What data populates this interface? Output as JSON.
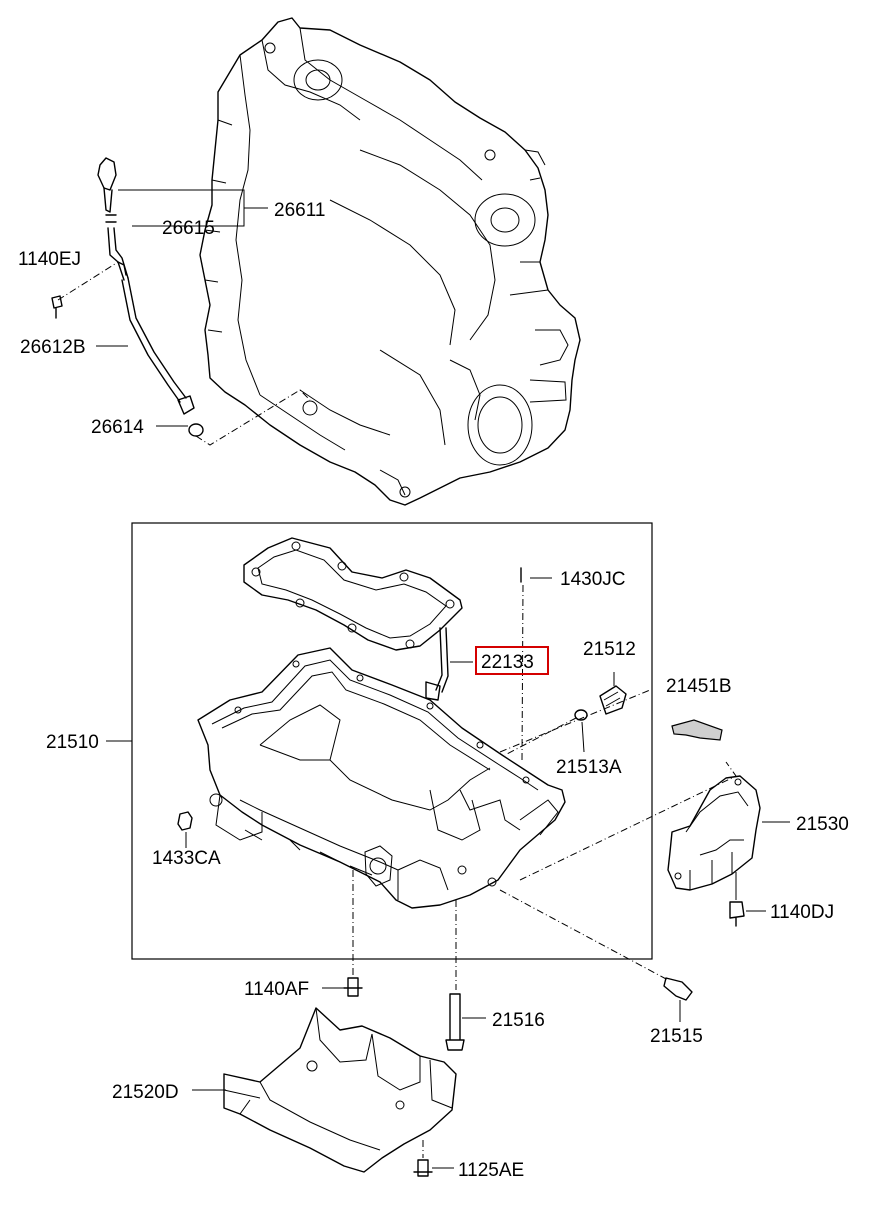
{
  "labels": {
    "p26611": "26611",
    "p26615": "26615",
    "p1140EJ": "1140EJ",
    "p26612B": "26612B",
    "p26614": "26614",
    "p1430JC": "1430JC",
    "p22133": "22133",
    "p21512": "21512",
    "p21451B": "21451B",
    "p21510": "21510",
    "p21513A": "21513A",
    "p21530": "21530",
    "p1433CA": "1433CA",
    "p1140DJ": "1140DJ",
    "p1140AF": "1140AF",
    "p21516": "21516",
    "p21515": "21515",
    "p21520D": "21520D",
    "p1125AE": "1125AE"
  },
  "highlighted_part": "22133",
  "highlight_color": "#d40000"
}
